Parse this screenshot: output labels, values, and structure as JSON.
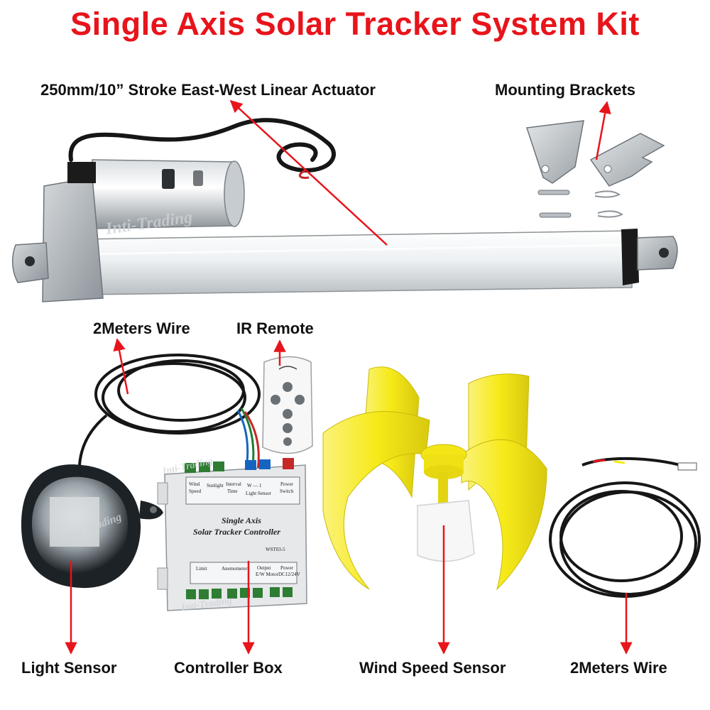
{
  "title": "Single Axis Solar Tracker System Kit",
  "labels": {
    "actuator": "250mm/10”  Stroke East-West Linear Actuator",
    "brackets": "Mounting Brackets",
    "wire_left": "2Meters Wire",
    "remote": "IR Remote",
    "light_sensor": "Light Sensor",
    "controller_box": "Controller Box",
    "wind_sensor": "Wind Speed Sensor",
    "wire_right": "2Meters Wire"
  },
  "watermark": "Inti-Trading",
  "controller": {
    "title_line1": "Single Axis",
    "title_line2": "Solar Tracker Controller",
    "model": "WST03-5",
    "top_terms": [
      "Wind Speed",
      "Sunlight",
      "Interval Time",
      "W Light",
      "Sensor",
      "Power Switch"
    ],
    "bottom_terms": [
      "Limit",
      "Anemometer",
      "Output E/W Motor",
      "Power DC12/24V"
    ]
  },
  "remote": {
    "buttons": [
      "",
      "",
      "",
      "",
      "",
      ""
    ]
  },
  "colors": {
    "title": "#e8141b",
    "arrow": "#e8141b",
    "fan": "#f6ea19",
    "actuator": "#eceff1",
    "cable": "#161616"
  }
}
